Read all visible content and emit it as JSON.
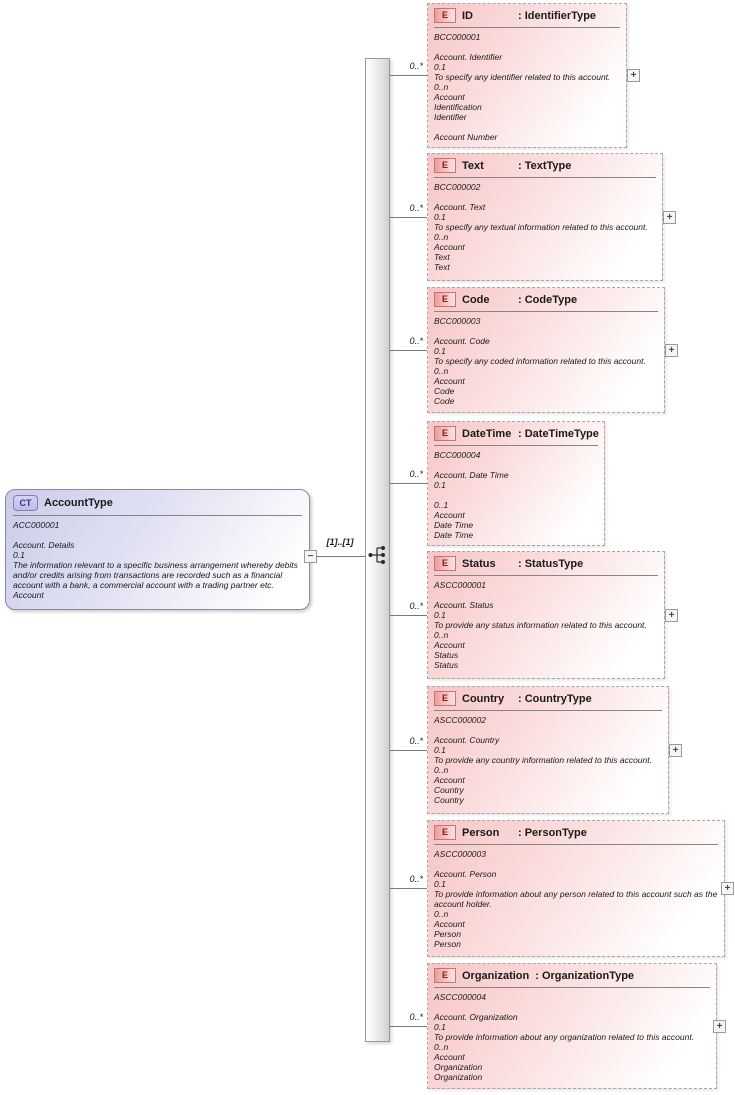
{
  "diagram_title": "AccountType schema diagram",
  "colors": {
    "element_box_pink": "#f7c5c5",
    "complex_type_purple": "#cbcbea",
    "element_badge_red": "#ee9c9c",
    "connector_gray": "#787878"
  },
  "icons": {
    "complex_type_badge": "CT",
    "element_badge": "E",
    "model_group": "model-group-icon",
    "expand": "+",
    "collapse": "−"
  },
  "root": {
    "badge": "CT",
    "title": "AccountType",
    "lines": [
      "ACC000001",
      "",
      "Account. Details",
      "0.1",
      "The information relevant to a specific business arrangement whereby debits and/or credits arising from transactions are recorded such as a financial account with a bank, a commercial account with a trading partner etc.",
      "Account"
    ],
    "collapse_icon": "−",
    "occurrence_label": "[1]..[1]"
  },
  "elements": [
    {
      "badge": "E",
      "name": "ID",
      "type": ": IdentifierType",
      "cardinality": "0..*",
      "expand_icon": "+",
      "lines": [
        "BCC000001",
        "",
        "Account. Identifier",
        "0.1",
        "To specify any identifier related to this account.",
        "0..n",
        "Account",
        "Identification",
        "Identifier",
        "",
        "Account Number"
      ]
    },
    {
      "badge": "E",
      "name": "Text",
      "type": ": TextType",
      "cardinality": "0..*",
      "expand_icon": "+",
      "lines": [
        "BCC000002",
        "",
        "Account. Text",
        "0.1",
        "To specify any textual information related to this account.",
        "0..n",
        "Account",
        "Text",
        "Text"
      ]
    },
    {
      "badge": "E",
      "name": "Code",
      "type": ": CodeType",
      "cardinality": "0..*",
      "expand_icon": "+",
      "lines": [
        "BCC000003",
        "",
        "Account. Code",
        "0.1",
        "To specify any coded information related to this account.",
        "0..n",
        "Account",
        "Code",
        "Code"
      ]
    },
    {
      "badge": "E",
      "name": "DateTime",
      "type": ": DateTimeType",
      "cardinality": "0..*",
      "expand_icon": "",
      "lines": [
        "BCC000004",
        "",
        "Account. Date Time",
        "0.1",
        "",
        "0..1",
        "Account",
        "Date Time",
        "Date Time"
      ]
    },
    {
      "badge": "E",
      "name": "Status",
      "type": ": StatusType",
      "cardinality": "0..*",
      "expand_icon": "+",
      "lines": [
        "ASCC000001",
        "",
        "Account. Status",
        "0.1",
        "To provide any status information related to this account.",
        "0..n",
        "Account",
        "Status",
        "Status"
      ]
    },
    {
      "badge": "E",
      "name": "Country",
      "type": ": CountryType",
      "cardinality": "0..*",
      "expand_icon": "+",
      "lines": [
        "ASCC000002",
        "",
        "Account. Country",
        "0.1",
        "To provide any country information related to this account.",
        "0..n",
        "Account",
        "Country",
        "Country"
      ]
    },
    {
      "badge": "E",
      "name": "Person",
      "type": ": PersonType",
      "cardinality": "0..*",
      "expand_icon": "+",
      "lines": [
        "ASCC000003",
        "",
        "Account. Person",
        "0.1",
        "To provide information about any person related to this account such as the account holder.",
        "0..n",
        "Account",
        "Person",
        "Person"
      ]
    },
    {
      "badge": "E",
      "name": "Organization",
      "type": ": OrganizationType",
      "cardinality": "0..*",
      "expand_icon": "+",
      "lines": [
        "ASCC000004",
        "",
        "Account. Organization",
        "0.1",
        "To provide information about any organization related to this account.",
        "0..n",
        "Account",
        "Organization",
        "Organization"
      ]
    }
  ]
}
